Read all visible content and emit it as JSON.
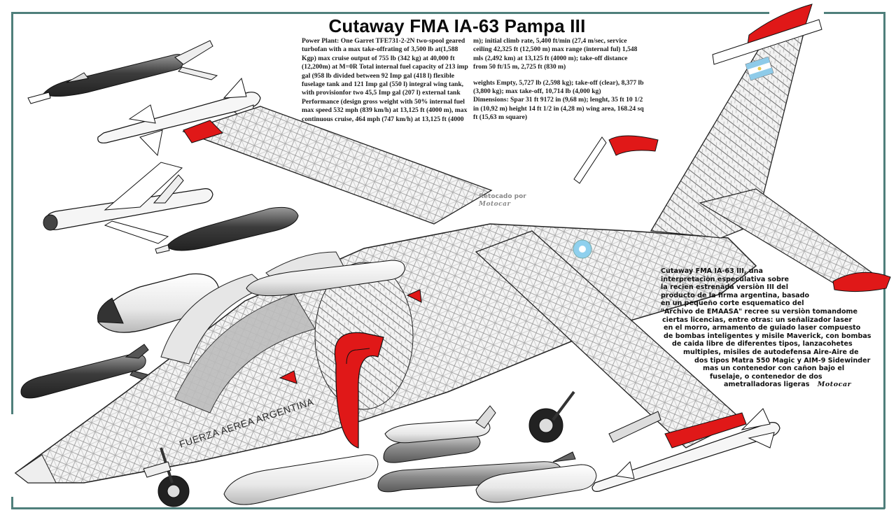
{
  "title": "Cutaway FMA IA-63 Pampa III",
  "specs_left": [
    "Power Plant: One Garret TFE731-2-2N two-spool geared",
    "turbofan with a max take-offrating of 3,500 lb at(1,588",
    "Kgp) max cruise output of 755 lb (342 kg) at 40,000 ft",
    "(12,200m) at M=0R Total internal fuel capacity of 213 imp",
    "gal (958 lb divided between 92 Imp gal (418 l) flexible",
    "fuselage tank and 121 Imp gal (550 l) integral wing tank,",
    "with provisionfor two 45,5 Imp gal (207 l) external tank",
    "Performance (design gross weight with 50% internal fuel",
    "max speed 532 mph (839 km/h) at 13,125 ft (4000 m), max",
    "continuous cruise, 464 mph (747 km/h) at 13,125 ft (4000"
  ],
  "specs_right_performance": [
    "m); initial climb rate, 5,400 ft/min (27,4 m/sec, service",
    "ceiling 42,325 ft (12,500 m) max range (internal ful) 1,548",
    "mls (2,492 km) at 13,125 ft (4000 m); take-off distance",
    "from 50 ft/15 m, 2,725 ft (830 m)"
  ],
  "specs_right_weights": [
    "weights Empty, 5,727 lb (2,598 kg); take-off (clear), 8,377 lb",
    "(3,800 kg); max take-off, 10,714 lb (4,000 kg)",
    "Dimensions: Spar 31 ft 9172 in (9,68 m); lenght, 35 ft 10 1/2",
    "in (10,92 m) height 14 ft 1/2 in (4,28 m) wing area, 168.24 sq",
    "ft (15,63 m square)"
  ],
  "retouch_credit": {
    "label": "Retocado por",
    "signature": "Motocar"
  },
  "fuselage_marking": "FUERZA AEREA ARGENTINA",
  "description_lines": [
    "Cutaway FMA IA-63 III, una",
    "interpretaciòn especulativa sobre",
    "la recien estrenada versiòn III del",
    "producto de la firma argentina, basado",
    "en un pequeño corte esquematico del",
    "\"Archivo de EMAASA\" recree su versiòn tomandome",
    "ciertas licencias, entre otras: un señalizador laser",
    "en el morro, armamento de guiado laser compuesto",
    "de bombas inteligentes y misile Maverick, con bombas",
    "de caida libre de diferentes tipos, lanzacohetes",
    "multiples, misiles de autodefensa Aire-Aire de",
    "dos tipos Matra 550 Magic y AIM-9 Sidewinder",
    "mas un contenedor con cañon bajo el",
    "fuselaje, o contenedor de dos",
    "ametralladoras ligeras"
  ],
  "description_signature": "Motocar",
  "colors": {
    "frame": "#4f7f7b",
    "accent_red": "#e01818",
    "roundel_blue": "#8fd0ee",
    "flag_blue": "#8ecbe9",
    "ink": "#1a1a1a"
  }
}
